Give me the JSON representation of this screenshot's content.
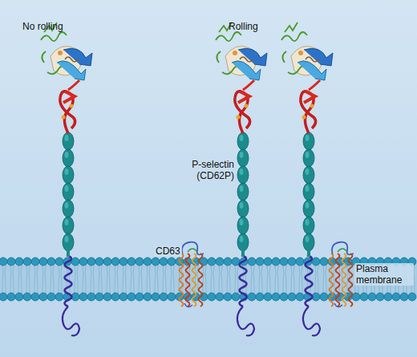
{
  "diagram": {
    "labels": [
      "No rolling",
      "Rolling",
      "P-selectin (CD62P)",
      "CD63",
      "Plasma membrane"
    ]
  }
}
